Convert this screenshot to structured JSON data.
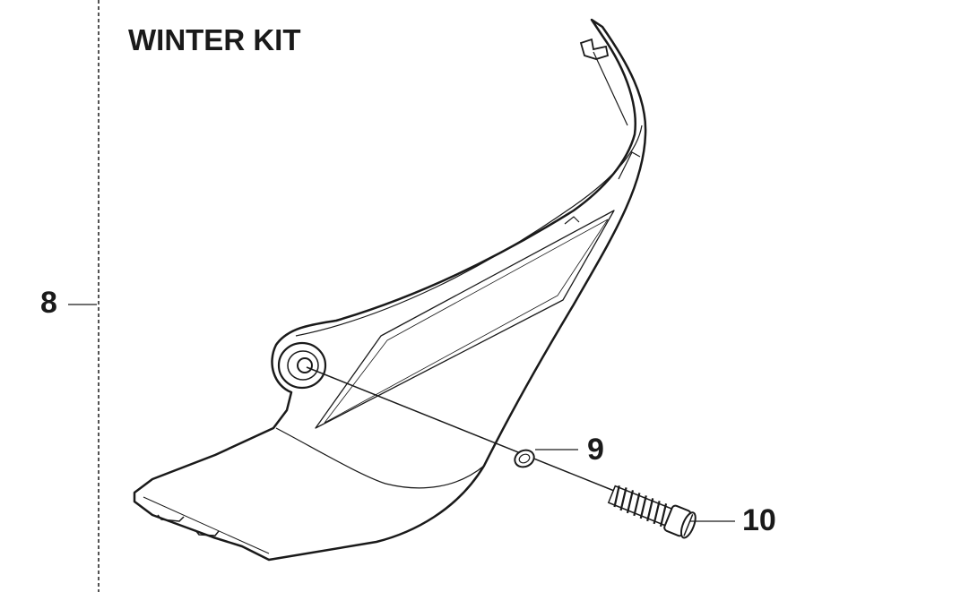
{
  "title": "WINTER KIT",
  "callouts": {
    "kit": "8",
    "washer": "9",
    "screw": "10"
  },
  "colors": {
    "line": "#1a1a1a",
    "background": "#ffffff"
  }
}
